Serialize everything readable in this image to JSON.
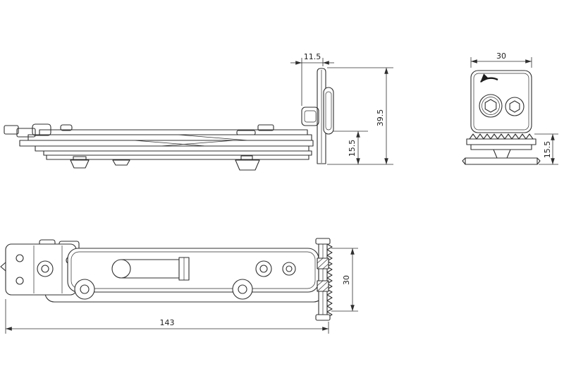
{
  "drawing": {
    "type": "technical-drawing",
    "subject": "window friction hinge / sliding stay hardware, three orthographic views",
    "colors": {
      "line": "#2f2f2f",
      "background": "#ffffff"
    },
    "dimensions": {
      "side_offset": "11.5",
      "side_total_height": "39.5",
      "side_arm_height": "15.5",
      "end_width": "30",
      "end_clamp_height": "15.5",
      "plan_length": "143",
      "plan_height": "30"
    }
  }
}
